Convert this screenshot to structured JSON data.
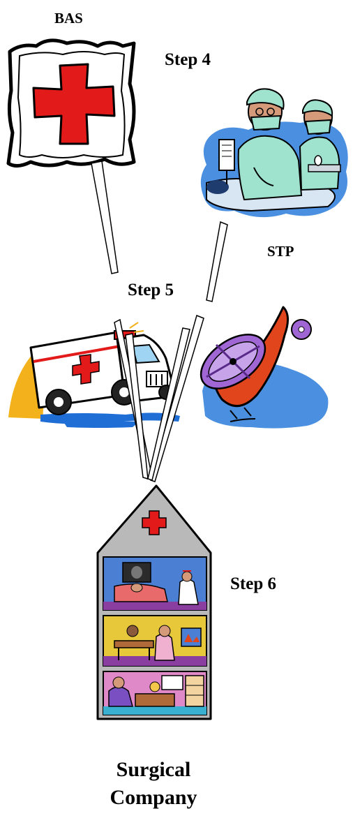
{
  "labels": {
    "bas": "BAS",
    "step4": "Step 4",
    "stp": "STP",
    "step5": "Step 5",
    "step6": "Step 6",
    "surgical_line1": "Surgical",
    "surgical_line2": "Company"
  },
  "icons": {
    "aid_station": "red-cross-flag-icon",
    "surgeons": "surgical-team-icon",
    "ambulance": "ambulance-icon",
    "helicopter": "medevac-helicopter-icon",
    "hospital": "hospital-building-icon"
  },
  "colors": {
    "red_cross": "#e21a1a",
    "surgical_green": "#9fe3cf",
    "sky_blue": "#4a8fe0",
    "helicopter_orange": "#e0451c",
    "rotor_purple": "#8a4fc2",
    "building_gray": "#b9b9b9"
  }
}
